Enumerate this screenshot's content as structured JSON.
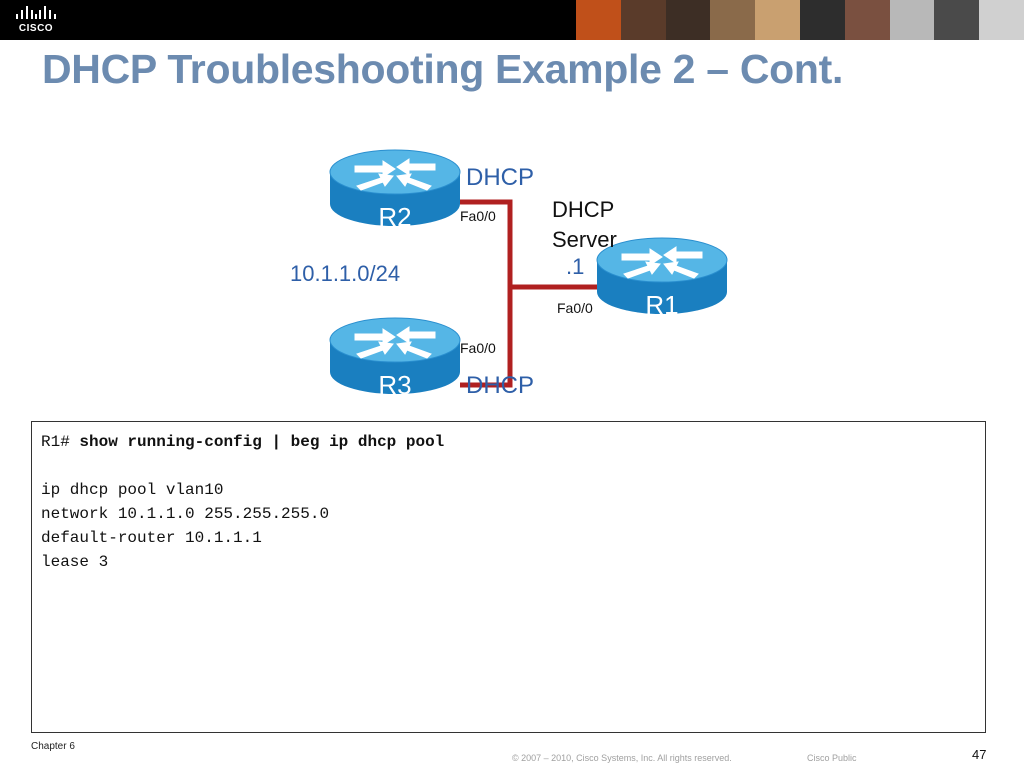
{
  "header": {
    "logo_text": "CISCO",
    "photos": [
      "#c0501a",
      "#5a3b2a",
      "#3d2e25",
      "#8a6a4a",
      "#c9a070",
      "#2d2d2d",
      "#7a5040",
      "#b8b8b8",
      "#4a4a4a",
      "#d0d0d0"
    ]
  },
  "slide": {
    "title": "DHCP Troubleshooting Example 2 – Cont."
  },
  "topology": {
    "routers": [
      {
        "name": "R2",
        "label": "R2"
      },
      {
        "name": "R3",
        "label": "R3"
      },
      {
        "name": "R1",
        "label": "R1"
      }
    ],
    "r2_dhcp": "DHCP",
    "r3_dhcp": "DHCP",
    "r2_port": "Fa0/0",
    "r3_port": "Fa0/0",
    "r1_port": "Fa0/0",
    "server_line1": "DHCP",
    "server_line2": "Server",
    "r1_host": ".1",
    "network": "10.1.1.0/24",
    "colors": {
      "router_body": "#1e8fd0",
      "router_top": "#5bbde8",
      "link": "#b02020",
      "label_blue": "#2e5fa8"
    }
  },
  "console": {
    "prompt": "R1#",
    "command": "show running-config | beg ip dhcp pool",
    "lines": [
      "ip dhcp pool vlan10",
      "network 10.1.1.0 255.255.255.0",
      "default-router 10.1.1.1",
      "lease 3"
    ]
  },
  "footer": {
    "chapter": "Chapter 6",
    "copyright": "© 2007 – 2010, Cisco Systems, Inc. All rights reserved.",
    "classification": "Cisco Public",
    "page": "47"
  }
}
